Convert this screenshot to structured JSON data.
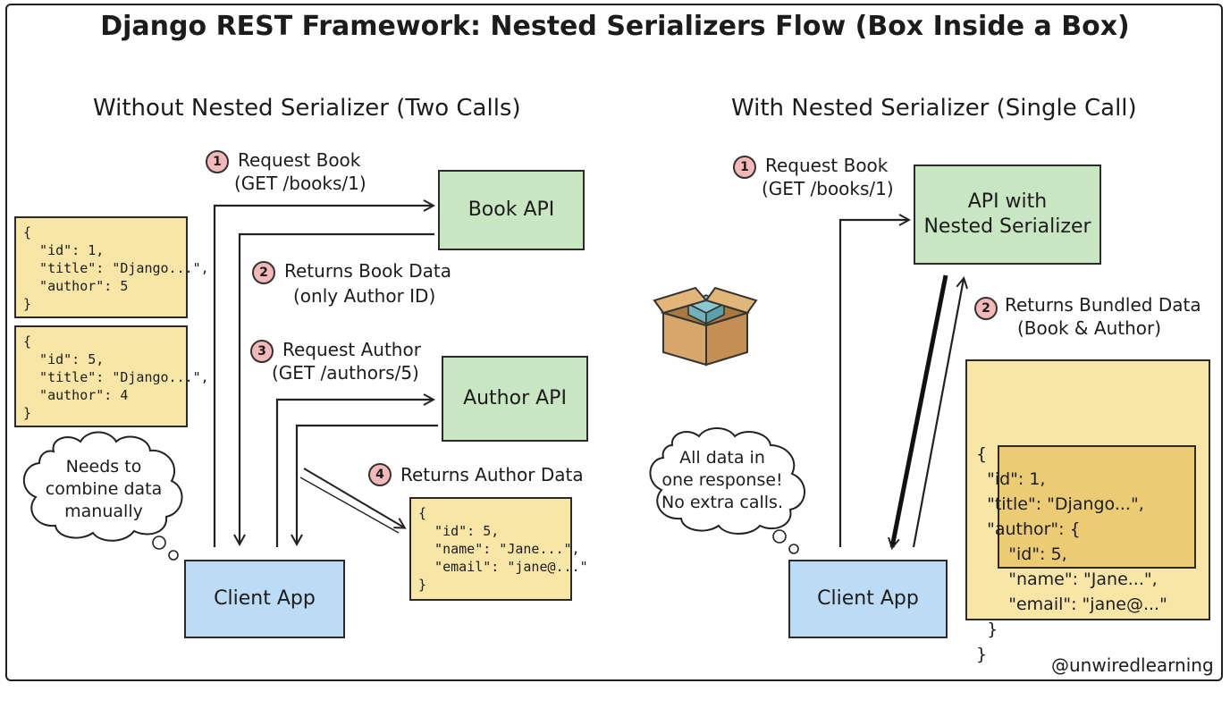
{
  "title": "Django REST Framework: Nested Serializers Flow (Box Inside a Box)",
  "left": {
    "heading": "Without Nested Serializer (Two Calls)",
    "book_api": "Book API",
    "author_api": "Author API",
    "client": "Client App",
    "steps": [
      {
        "num": "1",
        "line1": "Request Book",
        "line2": "(GET /books/1)"
      },
      {
        "num": "2",
        "line1": "Returns Book Data",
        "line2": "(only Author ID)"
      },
      {
        "num": "3",
        "line1": "Request Author",
        "line2": "(GET /authors/5)"
      },
      {
        "num": "4",
        "line1": "Returns Author Data",
        "line2": ""
      }
    ],
    "json_a": [
      "{",
      "  \"id\": 1,",
      "  \"title\": \"Django...\",",
      "  \"author\": 5",
      "}"
    ],
    "json_b": [
      "{",
      "  \"id\": 5,",
      "  \"title\": \"Django...\",",
      "  \"author\": 4",
      "}"
    ],
    "json_author": [
      "{",
      "  \"id\": 5,",
      "  \"name\": \"Jane...\",",
      "  \"email\": \"jane@...\"",
      "}"
    ],
    "cloud": "Needs to\ncombine data\nmanually"
  },
  "right": {
    "heading": "With Nested Serializer (Single Call)",
    "api": "API with\nNested Serializer",
    "client": "Client App",
    "steps": [
      {
        "num": "1",
        "line1": "Request Book",
        "line2": "(GET /books/1)"
      },
      {
        "num": "2",
        "line1": "Returns Bundled Data",
        "line2": "(Book & Author)"
      }
    ],
    "json_outer": [
      "{",
      "  \"id\": 1,",
      "  \"title\": \"Django...\",",
      "  \"author\": {",
      "      \"id\": 5,",
      "      \"name\": \"Jane...\",",
      "      \"email\": \"jane@...\"",
      "  }",
      "}"
    ],
    "cloud": "All data in\none response!\nNo extra calls."
  },
  "colors": {
    "api_box": "#c8e6c1",
    "client_box": "#bcdcf5",
    "json_box": "#f8e6a6",
    "badge": "#f3b8b8"
  },
  "icons": [
    "open-box-icon"
  ],
  "signature": "@unwiredlearning"
}
